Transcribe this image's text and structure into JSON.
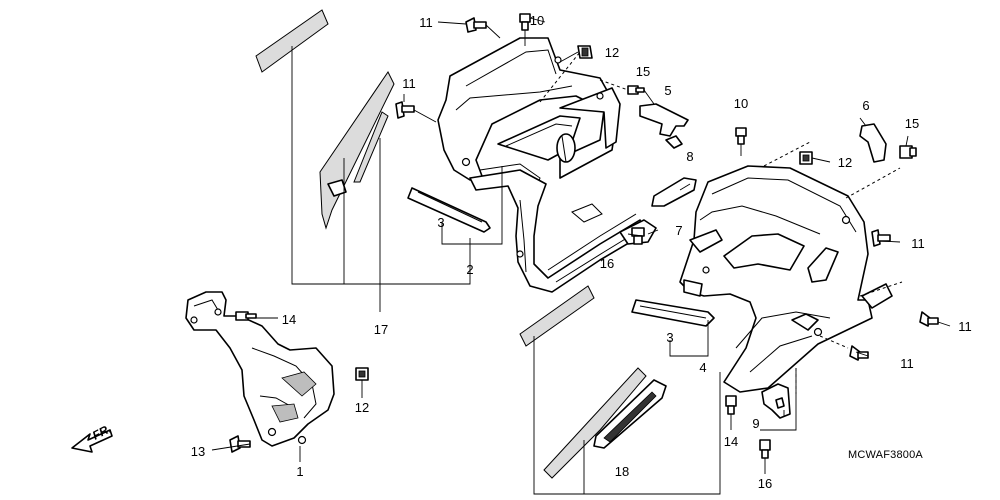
{
  "callouts": [
    "11",
    "10",
    "12",
    "11",
    "15",
    "5",
    "10",
    "6",
    "15",
    "12",
    "8",
    "3",
    "7",
    "2",
    "16",
    "11",
    "14",
    "12",
    "17",
    "11",
    "3",
    "4",
    "11",
    "9",
    "14",
    "13",
    "1",
    "18",
    "16"
  ],
  "direction_label": "FR.",
  "diagram_code": "MCWAF3800A"
}
